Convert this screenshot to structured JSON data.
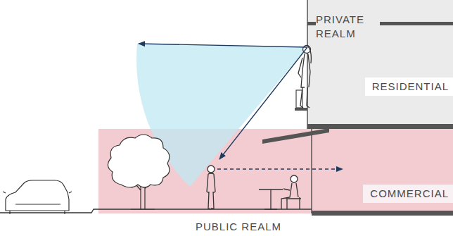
{
  "diagram": {
    "nodes": [
      {
        "text": [
          "PRIVATE REALM",
          "RESIDENTIAL"
        ]
      },
      {
        "text": [
          "COMMERCIAL",
          "PUBLIC REALM"
        ]
      }
    ]
  }
}
